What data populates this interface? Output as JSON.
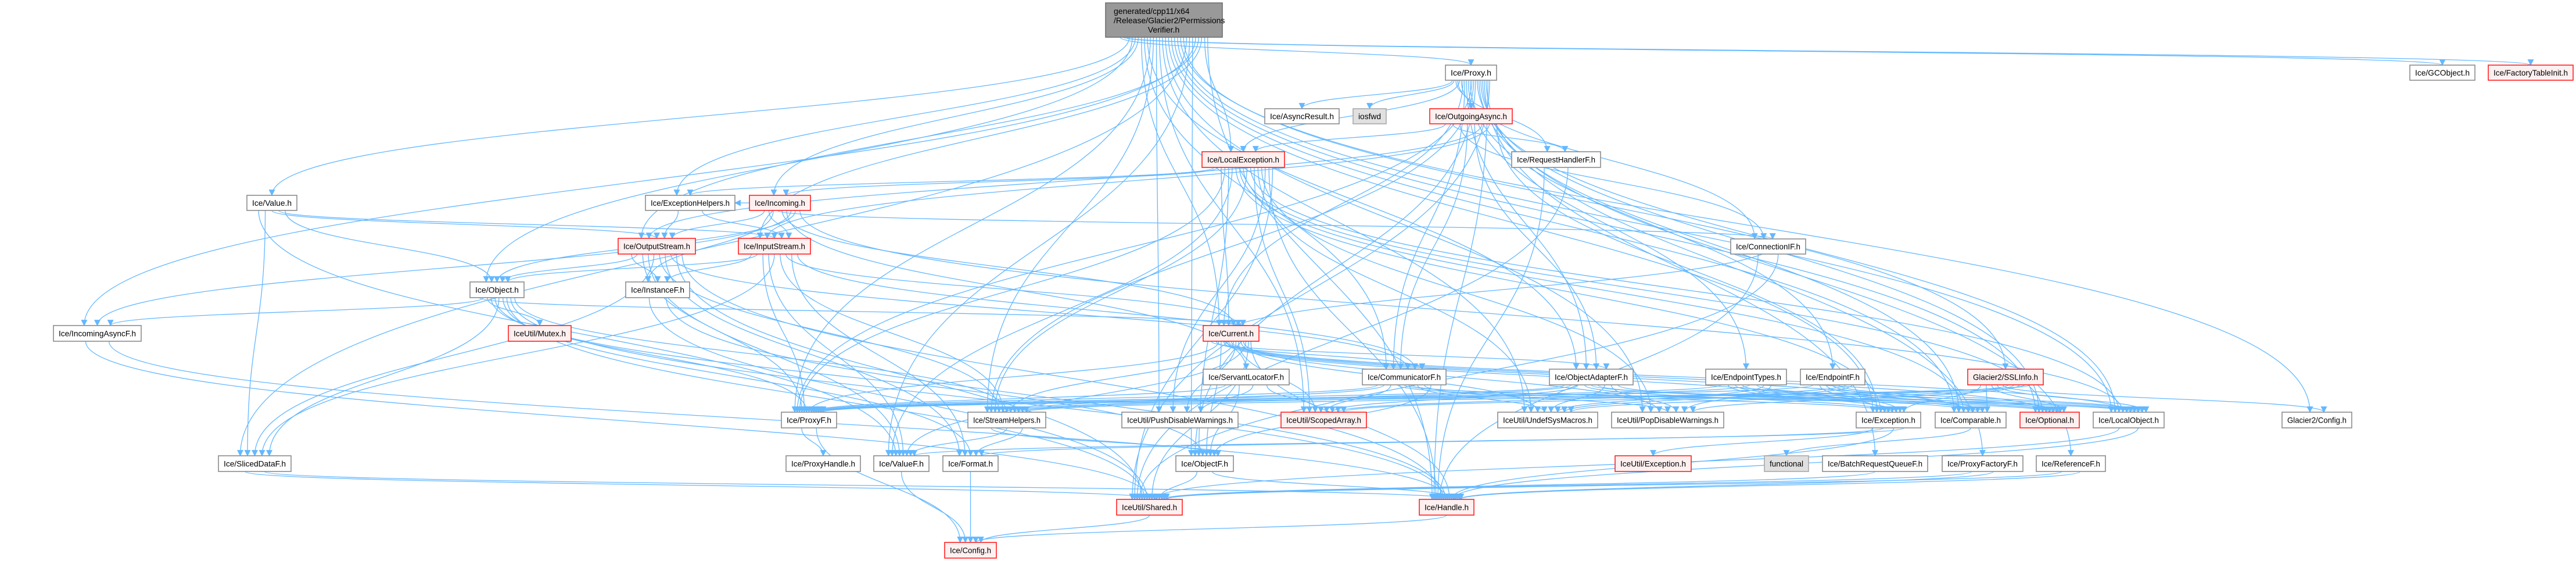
{
  "graph": {
    "title": "Include dependency graph",
    "colors": {
      "edge": "#63b8ff",
      "root_fill": "#999999",
      "red_border": "#ff2020",
      "red_fill": "#fff0f0",
      "grey_fill": "#e0e0e0"
    },
    "root": {
      "id": "root",
      "label_lines": [
        "generated/cpp11/x64",
        "/Release/Glacier2/Permissions",
        "Verifier.h"
      ]
    },
    "nodes": [
      {
        "id": "proxy",
        "label": "Ice/Proxy.h",
        "style": "normal"
      },
      {
        "id": "gcobject",
        "label": "Ice/GCObject.h",
        "style": "normal"
      },
      {
        "id": "factorytableinit",
        "label": "Ice/FactoryTableInit.h",
        "style": "red"
      },
      {
        "id": "asyncresult",
        "label": "Ice/AsyncResult.h",
        "style": "normal"
      },
      {
        "id": "iosfwd",
        "label": "iosfwd",
        "style": "grey"
      },
      {
        "id": "outgoingasync",
        "label": "Ice/OutgoingAsync.h",
        "style": "red"
      },
      {
        "id": "localexception",
        "label": "Ice/LocalException.h",
        "style": "red"
      },
      {
        "id": "requesthandlerf",
        "label": "Ice/RequestHandlerF.h",
        "style": "normal"
      },
      {
        "id": "value",
        "label": "Ice/Value.h",
        "style": "normal"
      },
      {
        "id": "exceptionhelpers",
        "label": "Ice/ExceptionHelpers.h",
        "style": "normal"
      },
      {
        "id": "incoming",
        "label": "Ice/Incoming.h",
        "style": "red"
      },
      {
        "id": "connectionif",
        "label": "Ice/ConnectionIF.h",
        "style": "normal"
      },
      {
        "id": "outputstream",
        "label": "Ice/OutputStream.h",
        "style": "red"
      },
      {
        "id": "inputstream",
        "label": "Ice/InputStream.h",
        "style": "red"
      },
      {
        "id": "object",
        "label": "Ice/Object.h",
        "style": "normal"
      },
      {
        "id": "instancef",
        "label": "Ice/InstanceF.h",
        "style": "normal"
      },
      {
        "id": "incomingasyncf",
        "label": "Ice/IncomingAsyncF.h",
        "style": "normal"
      },
      {
        "id": "mutex",
        "label": "IceUtil/Mutex.h",
        "style": "red"
      },
      {
        "id": "current",
        "label": "Ice/Current.h",
        "style": "red"
      },
      {
        "id": "servantlocatorf",
        "label": "Ice/ServantLocatorF.h",
        "style": "normal"
      },
      {
        "id": "communicatorf",
        "label": "Ice/CommunicatorF.h",
        "style": "normal"
      },
      {
        "id": "objectadapterf",
        "label": "Ice/ObjectAdapterF.h",
        "style": "normal"
      },
      {
        "id": "endpointtypes",
        "label": "Ice/EndpointTypes.h",
        "style": "normal"
      },
      {
        "id": "endpointf",
        "label": "Ice/EndpointF.h",
        "style": "normal"
      },
      {
        "id": "sslinfo",
        "label": "Glacier2/SSLInfo.h",
        "style": "red"
      },
      {
        "id": "proxyf",
        "label": "Ice/ProxyF.h",
        "style": "normal"
      },
      {
        "id": "streamhelpers",
        "label": "Ice/StreamHelpers.h",
        "style": "normal"
      },
      {
        "id": "pushdisable",
        "label": "IceUtil/PushDisableWarnings.h",
        "style": "normal"
      },
      {
        "id": "scopedarray",
        "label": "IceUtil/ScopedArray.h",
        "style": "red"
      },
      {
        "id": "undefsysmacros",
        "label": "IceUtil/UndefSysMacros.h",
        "style": "normal"
      },
      {
        "id": "popdisable",
        "label": "IceUtil/PopDisableWarnings.h",
        "style": "normal"
      },
      {
        "id": "exception",
        "label": "Ice/Exception.h",
        "style": "normal"
      },
      {
        "id": "comparable",
        "label": "Ice/Comparable.h",
        "style": "normal"
      },
      {
        "id": "optional",
        "label": "Ice/Optional.h",
        "style": "red"
      },
      {
        "id": "localobject",
        "label": "Ice/LocalObject.h",
        "style": "normal"
      },
      {
        "id": "glacierconfig",
        "label": "Glacier2/Config.h",
        "style": "normal"
      },
      {
        "id": "slicedataf",
        "label": "Ice/SlicedDataF.h",
        "style": "normal"
      },
      {
        "id": "proxyhandle",
        "label": "Ice/ProxyHandle.h",
        "style": "normal"
      },
      {
        "id": "valuef",
        "label": "Ice/ValueF.h",
        "style": "normal"
      },
      {
        "id": "format",
        "label": "Ice/Format.h",
        "style": "normal"
      },
      {
        "id": "objectf",
        "label": "Ice/ObjectF.h",
        "style": "normal"
      },
      {
        "id": "iceutilexception",
        "label": "IceUtil/Exception.h",
        "style": "red"
      },
      {
        "id": "functional",
        "label": "functional",
        "style": "grey"
      },
      {
        "id": "batchrequestqueuef",
        "label": "Ice/BatchRequestQueueF.h",
        "style": "normal"
      },
      {
        "id": "proxyfactoryf",
        "label": "Ice/ProxyFactoryF.h",
        "style": "normal"
      },
      {
        "id": "referencef",
        "label": "Ice/ReferenceF.h",
        "style": "normal"
      },
      {
        "id": "shared",
        "label": "IceUtil/Shared.h",
        "style": "red"
      },
      {
        "id": "handle",
        "label": "Ice/Handle.h",
        "style": "red"
      },
      {
        "id": "config",
        "label": "Ice/Config.h",
        "style": "red"
      }
    ],
    "edges": [
      [
        "root",
        "proxy"
      ],
      [
        "root",
        "gcobject"
      ],
      [
        "root",
        "factorytableinit"
      ],
      [
        "root",
        "value"
      ],
      [
        "root",
        "object"
      ],
      [
        "root",
        "exceptionhelpers"
      ],
      [
        "root",
        "incoming"
      ],
      [
        "root",
        "current"
      ],
      [
        "root",
        "communicatorf"
      ],
      [
        "root",
        "objectadapterf"
      ],
      [
        "root",
        "proxyf"
      ],
      [
        "root",
        "streamhelpers"
      ],
      [
        "root",
        "pushdisable"
      ],
      [
        "root",
        "scopedarray"
      ],
      [
        "root",
        "undefsysmacros"
      ],
      [
        "root",
        "popdisable"
      ],
      [
        "root",
        "exception"
      ],
      [
        "root",
        "comparable"
      ],
      [
        "root",
        "optional"
      ],
      [
        "root",
        "localobject"
      ],
      [
        "root",
        "glacierconfig"
      ],
      [
        "root",
        "sslinfo"
      ],
      [
        "root",
        "slicedataf"
      ],
      [
        "root",
        "valuef"
      ],
      [
        "root",
        "objectf"
      ],
      [
        "root",
        "incomingasyncf"
      ],
      [
        "root",
        "outputstream"
      ],
      [
        "root",
        "inputstream"
      ],
      [
        "root",
        "localexception"
      ],
      [
        "root",
        "handle"
      ],
      [
        "proxy",
        "asyncresult"
      ],
      [
        "proxy",
        "iosfwd"
      ],
      [
        "proxy",
        "outgoingasync"
      ],
      [
        "proxy",
        "requesthandlerf"
      ],
      [
        "proxy",
        "localexception"
      ],
      [
        "proxy",
        "connectionif"
      ],
      [
        "proxy",
        "current"
      ],
      [
        "proxy",
        "communicatorf"
      ],
      [
        "proxy",
        "objectadapterf"
      ],
      [
        "proxy",
        "endpointtypes"
      ],
      [
        "proxy",
        "endpointf"
      ],
      [
        "proxy",
        "proxyf"
      ],
      [
        "proxy",
        "streamhelpers"
      ],
      [
        "proxy",
        "objectf"
      ],
      [
        "proxy",
        "localobject"
      ],
      [
        "proxy",
        "comparable"
      ],
      [
        "proxy",
        "optional"
      ],
      [
        "proxy",
        "referencef"
      ],
      [
        "proxy",
        "batchrequestqueuef"
      ],
      [
        "proxy",
        "proxyfactoryf"
      ],
      [
        "proxy",
        "handle"
      ],
      [
        "proxy",
        "shared"
      ],
      [
        "outgoingasync",
        "localexception"
      ],
      [
        "outgoingasync",
        "requesthandlerf"
      ],
      [
        "outgoingasync",
        "connectionif"
      ],
      [
        "outgoingasync",
        "communicatorf"
      ],
      [
        "outgoingasync",
        "objectadapterf"
      ],
      [
        "outgoingasync",
        "outputstream"
      ],
      [
        "outgoingasync",
        "inputstream"
      ],
      [
        "outgoingasync",
        "exception"
      ],
      [
        "localexception",
        "exceptionhelpers"
      ],
      [
        "localexception",
        "incoming"
      ],
      [
        "localexception",
        "current"
      ],
      [
        "localexception",
        "proxyf"
      ],
      [
        "localexception",
        "objectf"
      ],
      [
        "localexception",
        "valuef"
      ],
      [
        "localexception",
        "exception"
      ],
      [
        "localexception",
        "comparable"
      ],
      [
        "localexception",
        "optional"
      ],
      [
        "localexception",
        "streamhelpers"
      ],
      [
        "localexception",
        "localobject"
      ],
      [
        "localexception",
        "scopedarray"
      ],
      [
        "localexception",
        "undefsysmacros"
      ],
      [
        "localexception",
        "popdisable"
      ],
      [
        "localexception",
        "pushdisable"
      ],
      [
        "localexception",
        "handle"
      ],
      [
        "localexception",
        "shared"
      ],
      [
        "requesthandlerf",
        "handle"
      ],
      [
        "requesthandlerf",
        "shared"
      ],
      [
        "value",
        "valuef"
      ],
      [
        "value",
        "slicedataf"
      ],
      [
        "value",
        "outputstream"
      ],
      [
        "value",
        "inputstream"
      ],
      [
        "value",
        "object"
      ],
      [
        "exceptionhelpers",
        "outputstream"
      ],
      [
        "exceptionhelpers",
        "inputstream"
      ],
      [
        "incoming",
        "exceptionhelpers"
      ],
      [
        "incoming",
        "outputstream"
      ],
      [
        "incoming",
        "inputstream"
      ],
      [
        "incoming",
        "instancef"
      ],
      [
        "incoming",
        "connectionif"
      ],
      [
        "incoming",
        "current"
      ],
      [
        "incoming",
        "servantlocatorf"
      ],
      [
        "incoming",
        "incomingasyncf"
      ],
      [
        "incoming",
        "object"
      ],
      [
        "incoming",
        "localobject"
      ],
      [
        "connectionif",
        "handle"
      ],
      [
        "connectionif",
        "shared"
      ],
      [
        "outputstream",
        "instancef"
      ],
      [
        "outputstream",
        "object"
      ],
      [
        "outputstream",
        "proxyf"
      ],
      [
        "outputstream",
        "valuef"
      ],
      [
        "outputstream",
        "slicedataf"
      ],
      [
        "outputstream",
        "streamhelpers"
      ],
      [
        "outputstream",
        "format"
      ],
      [
        "outputstream",
        "communicatorf"
      ],
      [
        "outputstream",
        "shared"
      ],
      [
        "outputstream",
        "handle"
      ],
      [
        "inputstream",
        "instancef"
      ],
      [
        "inputstream",
        "object"
      ],
      [
        "inputstream",
        "proxyf"
      ],
      [
        "inputstream",
        "valuef"
      ],
      [
        "inputstream",
        "slicedataf"
      ],
      [
        "inputstream",
        "streamhelpers"
      ],
      [
        "inputstream",
        "current"
      ],
      [
        "inputstream",
        "format"
      ],
      [
        "inputstream",
        "communicatorf"
      ],
      [
        "object",
        "current"
      ],
      [
        "object",
        "incomingasyncf"
      ],
      [
        "object",
        "mutex"
      ],
      [
        "object",
        "objectf"
      ],
      [
        "object",
        "proxyf"
      ],
      [
        "object",
        "slicedataf"
      ],
      [
        "object",
        "format"
      ],
      [
        "object",
        "shared"
      ],
      [
        "object",
        "handle"
      ],
      [
        "object",
        "streamhelpers"
      ],
      [
        "instancef",
        "shared"
      ],
      [
        "instancef",
        "handle"
      ],
      [
        "incomingasyncf",
        "shared"
      ],
      [
        "incomingasyncf",
        "handle"
      ],
      [
        "current",
        "objectadapterf"
      ],
      [
        "current",
        "connectionif"
      ],
      [
        "current",
        "communicatorf"
      ],
      [
        "current",
        "proxyf"
      ],
      [
        "current",
        "objectf"
      ],
      [
        "current",
        "exception"
      ],
      [
        "current",
        "comparable"
      ],
      [
        "current",
        "optional"
      ],
      [
        "current",
        "localobject"
      ],
      [
        "current",
        "streamhelpers"
      ],
      [
        "current",
        "pushdisable"
      ],
      [
        "current",
        "scopedarray"
      ],
      [
        "current",
        "undefsysmacros"
      ],
      [
        "current",
        "popdisable"
      ],
      [
        "current",
        "valuef"
      ],
      [
        "current",
        "shared"
      ],
      [
        "current",
        "handle"
      ],
      [
        "servantlocatorf",
        "proxyf"
      ],
      [
        "servantlocatorf",
        "objectf"
      ],
      [
        "servantlocatorf",
        "pushdisable"
      ],
      [
        "servantlocatorf",
        "scopedarray"
      ],
      [
        "communicatorf",
        "proxyf"
      ],
      [
        "communicatorf",
        "streamhelpers"
      ],
      [
        "communicatorf",
        "scopedarray"
      ],
      [
        "communicatorf",
        "exception"
      ],
      [
        "communicatorf",
        "localobject"
      ],
      [
        "communicatorf",
        "optional"
      ],
      [
        "communicatorf",
        "undefsysmacros"
      ],
      [
        "communicatorf",
        "popdisable"
      ],
      [
        "communicatorf",
        "objectf"
      ],
      [
        "objectadapterf",
        "proxyf"
      ],
      [
        "objectadapterf",
        "streamhelpers"
      ],
      [
        "objectadapterf",
        "scopedarray"
      ],
      [
        "objectadapterf",
        "exception"
      ],
      [
        "objectadapterf",
        "localobject"
      ],
      [
        "objectadapterf",
        "optional"
      ],
      [
        "objectadapterf",
        "undefsysmacros"
      ],
      [
        "objectadapterf",
        "popdisable"
      ],
      [
        "objectadapterf",
        "comparable"
      ],
      [
        "endpointtypes",
        "proxyf"
      ],
      [
        "endpointtypes",
        "exception"
      ],
      [
        "endpointtypes",
        "comparable"
      ],
      [
        "endpointtypes",
        "optional"
      ],
      [
        "endpointtypes",
        "streamhelpers"
      ],
      [
        "endpointtypes",
        "localobject"
      ],
      [
        "endpointtypes",
        "undefsysmacros"
      ],
      [
        "endpointtypes",
        "popdisable"
      ],
      [
        "endpointf",
        "proxyf"
      ],
      [
        "endpointf",
        "exception"
      ],
      [
        "endpointf",
        "comparable"
      ],
      [
        "endpointf",
        "optional"
      ],
      [
        "endpointf",
        "localobject"
      ],
      [
        "endpointf",
        "scopedarray"
      ],
      [
        "endpointf",
        "undefsysmacros"
      ],
      [
        "sslinfo",
        "exception"
      ],
      [
        "sslinfo",
        "comparable"
      ],
      [
        "sslinfo",
        "optional"
      ],
      [
        "sslinfo",
        "localobject"
      ],
      [
        "sslinfo",
        "glacierconfig"
      ],
      [
        "sslinfo",
        "scopedarray"
      ],
      [
        "sslinfo",
        "undefsysmacros"
      ],
      [
        "sslinfo",
        "popdisable"
      ],
      [
        "sslinfo",
        "streamhelpers"
      ],
      [
        "sslinfo",
        "proxyf"
      ],
      [
        "proxyf",
        "proxyhandle"
      ],
      [
        "proxyf",
        "config"
      ],
      [
        "streamhelpers",
        "objectf"
      ],
      [
        "streamhelpers",
        "valuef"
      ],
      [
        "streamhelpers",
        "format"
      ],
      [
        "exception",
        "iceutilexception"
      ],
      [
        "exception",
        "format"
      ],
      [
        "exception",
        "handle"
      ],
      [
        "exception",
        "valuef"
      ],
      [
        "comparable",
        "functional"
      ],
      [
        "localobject",
        "shared"
      ],
      [
        "localobject",
        "handle"
      ],
      [
        "slicedataf",
        "shared"
      ],
      [
        "slicedataf",
        "handle"
      ],
      [
        "valuef",
        "config"
      ],
      [
        "format",
        "config"
      ],
      [
        "objectf",
        "shared"
      ],
      [
        "objectf",
        "handle"
      ],
      [
        "batchrequestqueuef",
        "shared"
      ],
      [
        "proxyfactoryf",
        "shared"
      ],
      [
        "proxyfactoryf",
        "handle"
      ],
      [
        "referencef",
        "shared"
      ],
      [
        "referencef",
        "handle"
      ],
      [
        "handle",
        "config"
      ],
      [
        "shared",
        "config"
      ]
    ]
  }
}
